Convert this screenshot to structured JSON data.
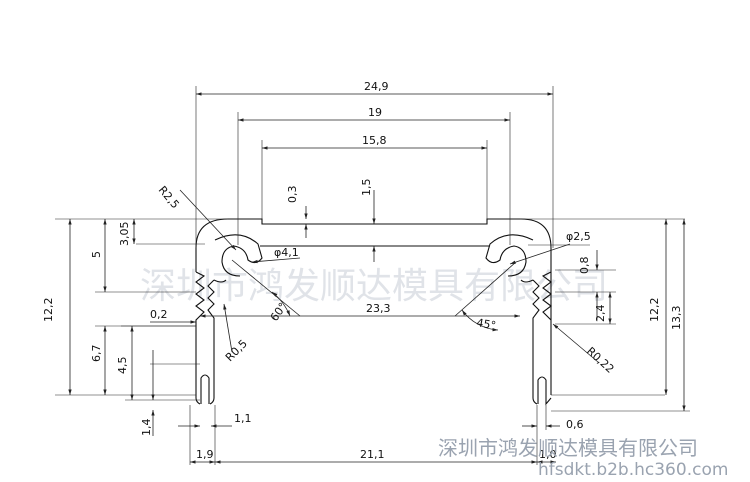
{
  "dimensions": {
    "overall_width": "24,9",
    "inner_19": "19",
    "inner_15_8": "15,8",
    "t_0_3": "0,3",
    "t_1_5": "1,5",
    "r_2_5": "R2,5",
    "d_3_05": "3,05",
    "d_5": "5",
    "phi_4_1": "φ4,1",
    "phi_2_5": "φ2,5",
    "d_0_8": "0,8",
    "d_12_2_left": "12,2",
    "d_12_2_right": "12,2",
    "d_13_3": "13,3",
    "d_0_2": "0,2",
    "d_23_3": "23,3",
    "d_2_4": "2,4",
    "ang_60": "60°",
    "ang_45": "45°",
    "d_6_7": "6,7",
    "d_4_5": "4,5",
    "r_0_5": "R0,5",
    "r_0_22": "R0,22",
    "d_1_4": "1,4",
    "d_1_1": "1,1",
    "d_0_6": "0,6",
    "d_1_9": "1,9",
    "d_21_1": "21,1",
    "d_1_0": "1,0"
  },
  "watermark": {
    "company": "深圳市鸿发顺达模具有限公司",
    "site": "hfsdkt.b2b.hc360.com",
    "overlay": "深圳市鸿发顺达模具有限公司"
  },
  "colors": {
    "line": "#222222",
    "watermark": "#9aa3b0"
  }
}
